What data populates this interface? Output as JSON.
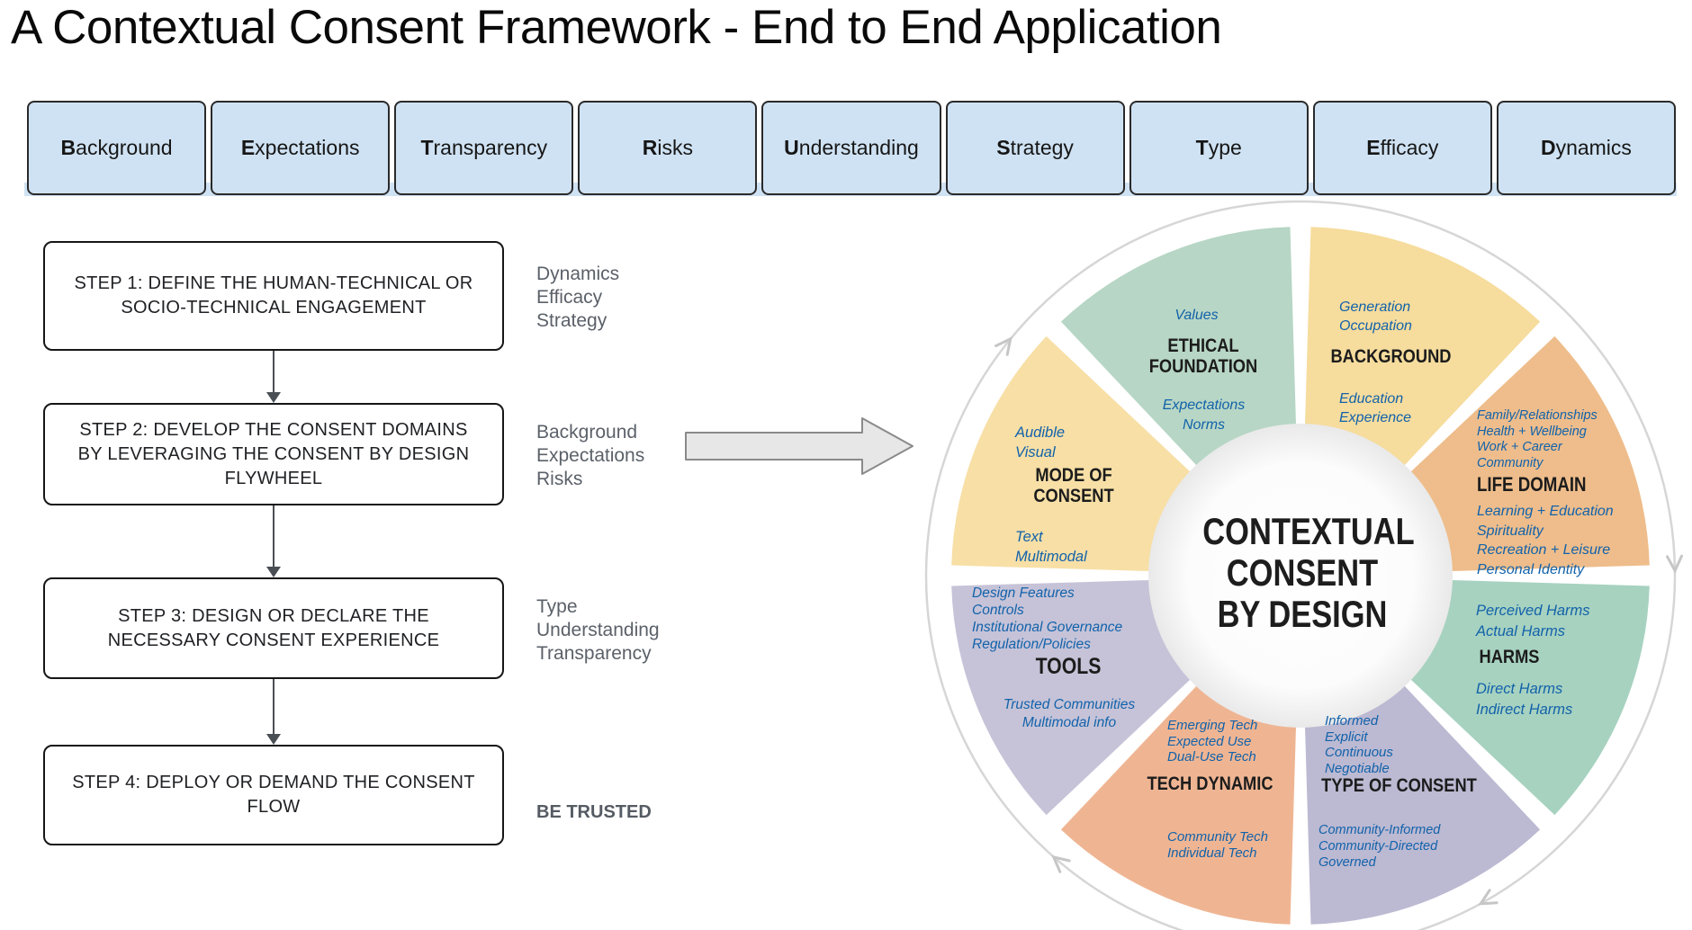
{
  "page_title": "A Contextual Consent Framework - End to End Application",
  "tabs": {
    "fill_color": "#cfe2f3",
    "items": [
      "Background",
      "Expectations",
      "Transparency",
      "Risks",
      "Understanding",
      "Strategy",
      "Type",
      "Efficacy",
      "Dynamics"
    ]
  },
  "flowchart": {
    "steps": [
      {
        "text": "STEP 1: DEFINE THE HUMAN-TECHNICAL OR SOCIO-TECHNICAL ENGAGEMENT",
        "side_labels": [
          "Dynamics",
          "Efficacy",
          "Strategy"
        ]
      },
      {
        "text": "STEP 2: DEVELOP THE CONSENT DOMAINS BY LEVERAGING THE CONSENT BY DESIGN FLYWHEEL",
        "side_labels": [
          "Background",
          "Expectations",
          "Risks"
        ]
      },
      {
        "text": "STEP 3: DESIGN OR DECLARE THE NECESSARY CONSENT EXPERIENCE",
        "side_labels": [
          "Type",
          "Understanding",
          "Transparency"
        ]
      },
      {
        "text": "STEP 4: DEPLOY OR DEMAND THE CONSENT FLOW",
        "side_labels": [
          "BE TRUSTED"
        ]
      }
    ]
  },
  "wheel": {
    "center_lines": [
      "CONTEXTUAL",
      "CONSENT",
      "BY DESIGN"
    ],
    "item_text_color": "#1262aa",
    "segments": [
      {
        "id": "ethical-foundation",
        "title": "ETHICAL FOUNDATION",
        "color": "#b7d6c5",
        "items_top": [
          "Values"
        ],
        "items_bottom": [
          "Expectations",
          "Norms"
        ]
      },
      {
        "id": "background",
        "title": "BACKGROUND",
        "color": "#f6dc9d",
        "items_top": [
          "Generation",
          "Occupation"
        ],
        "items_bottom": [
          "Education",
          "Experience"
        ]
      },
      {
        "id": "life-domain",
        "title": "LIFE DOMAIN",
        "color": "#eebd8b",
        "items_top": [
          "Family/Relationships",
          "Health + Wellbeing",
          "Work + Career",
          "Community"
        ],
        "items_bottom": [
          "Learning + Education",
          "Spirituality",
          "Recreation + Leisure",
          "Personal Identity"
        ]
      },
      {
        "id": "harms",
        "title": "HARMS",
        "color": "#a7d2c0",
        "items_top": [
          "Perceived Harms",
          "Actual Harms"
        ],
        "items_bottom": [
          "Direct Harms",
          "Indirect Harms"
        ]
      },
      {
        "id": "type-of-consent",
        "title": "TYPE OF CONSENT",
        "color": "#bcb9d2",
        "items_top": [
          "Informed",
          "Explicit",
          "Continuous",
          "Negotiable"
        ],
        "items_bottom": [
          "Community-Informed",
          "Community-Directed",
          "Governed"
        ]
      },
      {
        "id": "tech-dynamic",
        "title": "TECH DYNAMIC",
        "color": "#efb593",
        "items_top": [
          "Emerging Tech",
          "Expected Use",
          "Dual-Use Tech"
        ],
        "items_bottom": [
          "Community Tech",
          "Individual Tech"
        ]
      },
      {
        "id": "tools",
        "title": "TOOLS",
        "color": "#c6c3d8",
        "items_top": [
          "Design Features",
          "Controls",
          "Institutional Governance",
          "Regulation/Policies"
        ],
        "items_bottom": [
          "Trusted Communities",
          "Multimodal info"
        ]
      },
      {
        "id": "mode-of-consent",
        "title": "MODE OF CONSENT",
        "color": "#f7dfa6",
        "items_top": [
          "Audible",
          "Visual"
        ],
        "items_bottom": [
          "Text",
          "Multimodal"
        ]
      }
    ]
  }
}
